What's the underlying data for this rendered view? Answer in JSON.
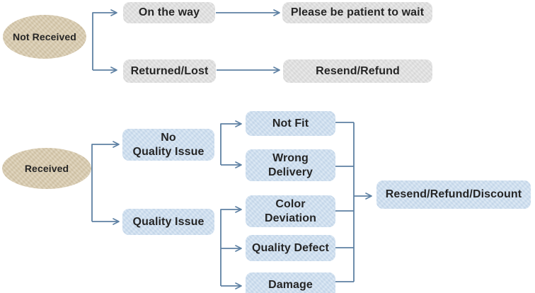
{
  "diagram": {
    "title_hint": "After-sale service decision flowchart",
    "not_received_flow": {
      "root": "Not Received",
      "status_on_the_way": "On the way",
      "action_wait": "Please be patient to wait",
      "status_returned_lost": "Returned/Lost",
      "action_resend_refund": "Resend/Refund"
    },
    "received_flow": {
      "root": "Received",
      "no_quality_issue_lines": [
        "No",
        "Quality Issue"
      ],
      "quality_issue": "Quality Issue",
      "not_fit": "Not Fit",
      "wrong_delivery_lines": [
        "Wrong",
        "Delivery"
      ],
      "color_deviation_lines": [
        "Color",
        "Deviation"
      ],
      "quality_defect": "Quality Defect",
      "damage": "Damage",
      "action_resolution": "Resend/Refund/Discount"
    }
  },
  "colors": {
    "connector": "#5e81a3",
    "gray_node": "#e5e5e5",
    "blue_node": "#d5e4f2",
    "tan_node": "#dbceb3",
    "text": "#252525",
    "background": "#ffffff"
  }
}
